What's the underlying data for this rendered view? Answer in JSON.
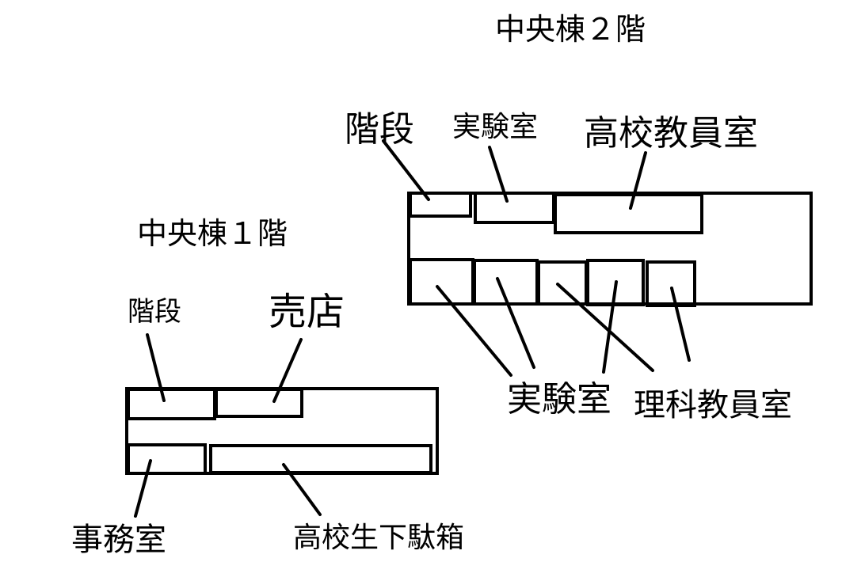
{
  "floor2": {
    "title": "中央棟２階",
    "labels": {
      "stairs": "階段",
      "lab_top": "実験室",
      "hs_staff": "高校教員室",
      "lab_bottom": "実験室",
      "sci_staff": "理科教員室"
    }
  },
  "floor1": {
    "title": "中央棟１階",
    "labels": {
      "stairs": "階段",
      "shop": "売店",
      "office": "事務室",
      "shoe_box": "高校生下駄箱"
    }
  },
  "colors": {
    "line": "#000000",
    "background": "#ffffff"
  }
}
